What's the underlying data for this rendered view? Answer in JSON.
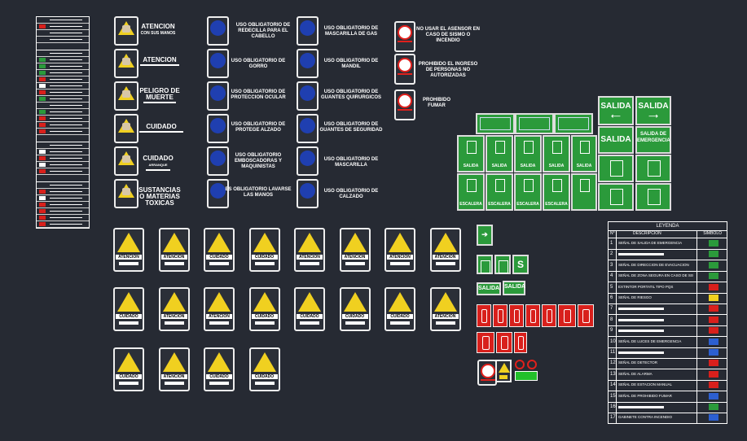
{
  "warning_signs": [
    {
      "title": "ATENCION",
      "subtitle": "CON SUS MANOS"
    },
    {
      "title": "ATENCION",
      "subtitle": ""
    },
    {
      "title": "PELIGRO DE MUERTE",
      "subtitle": ""
    },
    {
      "title": "CUIDADO",
      "subtitle": ""
    },
    {
      "title": "CUIDADO",
      "subtitle": "ARRANQUE"
    },
    {
      "title": "SUSTANCIAS O MATERIAS TOXICAS",
      "subtitle": ""
    }
  ],
  "mandatory_signs_col1": [
    "USO OBLIGATORIO DE REDECILLA PARA EL CABELLO",
    "USO OBLIGATORIO DE GORRO",
    "USO OBLIGATORIO DE PROTECCION OCULAR",
    "USO OBLIGATORIO DE PROTEGE ALZADO",
    "USO OBLIGATORIO EMBOSCADORAS Y MAQUINISTAS",
    "ES OBLIGATORIO LAVARSE LAS MANOS"
  ],
  "mandatory_signs_col2": [
    "USO OBLIGATORIO DE MASCARILLA DE GAS",
    "USO OBLIGATORIO DE MANDIL",
    "USO OBLIGATORIO DE GUANTES QUIRURGICOS",
    "USO OBLIGATORIO DE GUANTES DE SEGURIDAD",
    "USO OBLIGATORIO DE MASCARILLA",
    "USO OBLIGATORIO DE CALZADO"
  ],
  "prohibition_signs": [
    "NO USAR EL ASENSOR EN CASO DE SISMO O INCENDIO",
    "PROHIBIDO EL INGRESO DE PERSONAS NO AUTORIZADAS",
    "PROHIBIDO FUMAR"
  ],
  "exit_signs": {
    "salida": "SALIDA",
    "salida_emergencia": "SALIDA DE EMERGENCIA",
    "escalera": "ESCALERA"
  },
  "caution_grid": {
    "row1": [
      "ATENCION",
      "ATENCION",
      "CUIDADO",
      "CUIDADO",
      "ATENCION",
      "ATENCION",
      "ATENCION",
      "ATENCION"
    ],
    "row2": [
      "CUIDADO",
      "ATENCION",
      "ATENCION",
      "CUIDADO",
      "CUIDADO",
      "CUIDADO",
      "CUIDADO",
      "ATENCION"
    ],
    "row3": [
      "CUIDADO",
      "ATENCION",
      "CUIDADO",
      "CUIDADO"
    ]
  },
  "legend": {
    "title": "LEYENDA",
    "col_n": "N°",
    "col_desc": "DESCRIPCION",
    "col_symbol": "SIMBOLO",
    "rows": [
      {
        "n": "1",
        "desc": "SEÑAL DE SALIDA DE EMERGENCIA"
      },
      {
        "n": "2",
        "desc": ""
      },
      {
        "n": "3",
        "desc": "SEÑAL DE DIRECCION DE EVACUACION"
      },
      {
        "n": "4",
        "desc": "SEÑAL DE ZONA SEGURA EN CASO DE SISMO"
      },
      {
        "n": "5",
        "desc": "EXTINTOR PORTATIL TIPO PQS"
      },
      {
        "n": "6",
        "desc": "SEÑAL DE RIESGO"
      },
      {
        "n": "7",
        "desc": ""
      },
      {
        "n": "8",
        "desc": ""
      },
      {
        "n": "9",
        "desc": ""
      },
      {
        "n": "10",
        "desc": "SEÑAL DE LUCES DE EMERGENCIA"
      },
      {
        "n": "11",
        "desc": ""
      },
      {
        "n": "12",
        "desc": "SEÑAL DE DETECTOR"
      },
      {
        "n": "13",
        "desc": "SEÑAL DE ALARMA"
      },
      {
        "n": "14",
        "desc": "SEÑAL DE ESTACION MANUAL"
      },
      {
        "n": "15",
        "desc": "SEÑAL DE PROHIBIDO FUMAR"
      },
      {
        "n": "16",
        "desc": ""
      },
      {
        "n": "17",
        "desc": "GABINETE CONTRA INCENDIO"
      }
    ]
  },
  "colors": {
    "bg": "#262a33",
    "green": "#2b9a3b",
    "red": "#d8201c",
    "yellow": "#f0d020",
    "blue": "#1f3fb0"
  }
}
